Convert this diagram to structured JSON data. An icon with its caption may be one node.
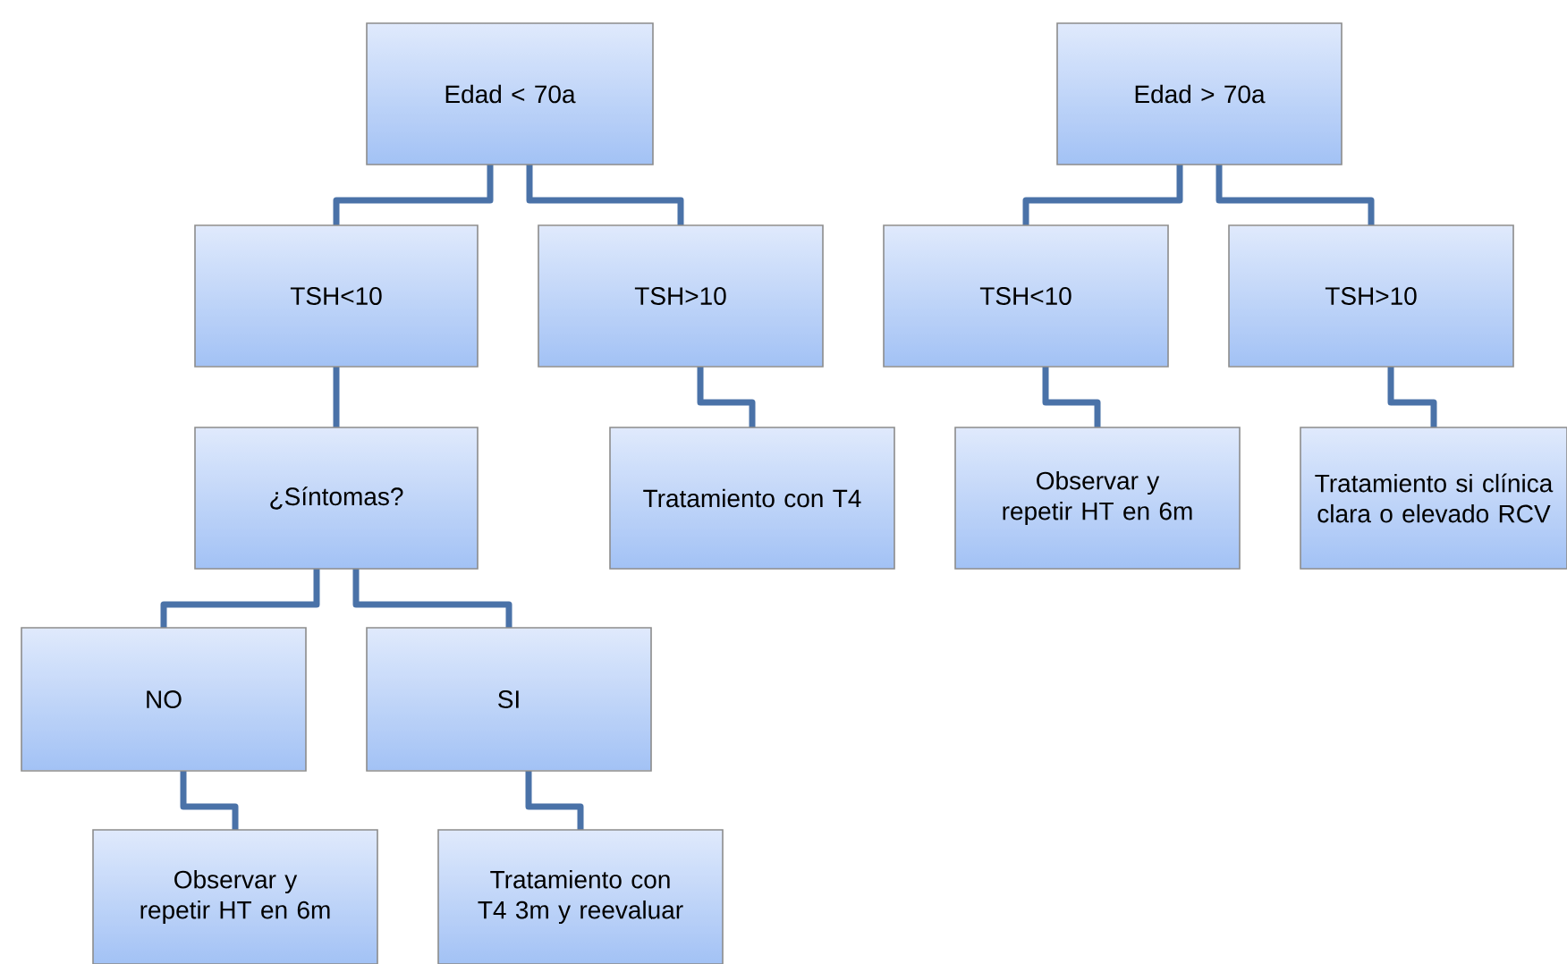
{
  "diagram": {
    "nodes": [
      {
        "text": [
          "Edad < 70a"
        ]
      },
      {
        "text": [
          "TSH<10"
        ]
      },
      {
        "text": [
          "TSH>10"
        ]
      },
      {
        "text": [
          "¿Síntomas?"
        ]
      },
      {
        "text": [
          "Tratamiento con T4"
        ]
      },
      {
        "text": [
          "Edad > 70a"
        ]
      },
      {
        "text": [
          "TSH<10"
        ]
      },
      {
        "text": [
          "TSH>10"
        ]
      },
      {
        "text": [
          "Observar y repetir HT en 6m"
        ]
      },
      {
        "text": [
          "Tratamiento si clínica clara o elevado RCV"
        ]
      },
      {
        "text": [
          "NO"
        ]
      },
      {
        "text": [
          "SI"
        ]
      },
      {
        "text": [
          "Observar y repetir HT en 6m"
        ]
      },
      {
        "text": [
          "Tratamiento con T4 3m y reevaluar"
        ]
      }
    ],
    "edges": [
      {
        "from": 0,
        "to": 1,
        "arrow": "none"
      },
      {
        "from": 0,
        "to": 2,
        "arrow": "none"
      },
      {
        "from": 1,
        "to": 3,
        "arrow": "none"
      },
      {
        "from": 2,
        "to": 4,
        "arrow": "none"
      },
      {
        "from": 5,
        "to": 6,
        "arrow": "none"
      },
      {
        "from": 5,
        "to": 7,
        "arrow": "none"
      },
      {
        "from": 6,
        "to": 8,
        "arrow": "none"
      },
      {
        "from": 7,
        "to": 9,
        "arrow": "none"
      },
      {
        "from": 3,
        "to": 10,
        "arrow": "none"
      },
      {
        "from": 3,
        "to": 11,
        "arrow": "none"
      },
      {
        "from": 10,
        "to": 12,
        "arrow": "none"
      },
      {
        "from": 11,
        "to": 13,
        "arrow": "none"
      }
    ]
  }
}
